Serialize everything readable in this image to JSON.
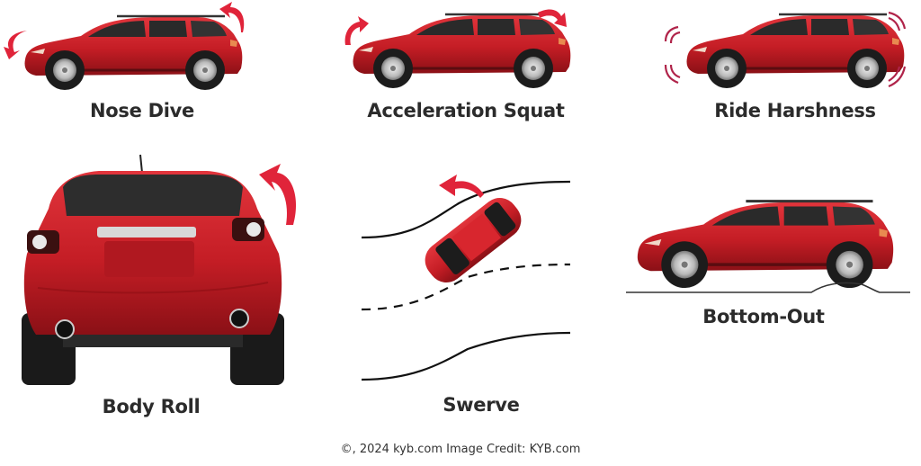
{
  "panels": [
    {
      "id": "nose-dive",
      "label": "Nose Dive"
    },
    {
      "id": "acceleration-squat",
      "label": "Acceleration Squat"
    },
    {
      "id": "ride-harshness",
      "label": "Ride Harshness"
    },
    {
      "id": "body-roll",
      "label": "Body Roll"
    },
    {
      "id": "swerve",
      "label": "Swerve"
    },
    {
      "id": "bottom-out",
      "label": "Bottom-Out"
    }
  ],
  "footer": {
    "credit": "©, 2024 kyb.com  Image Credit: KYB.com"
  },
  "colors": {
    "car_red": "#c8202a",
    "arrow_red": "#e0243a",
    "harsh_lines": "#b0244a",
    "label_text": "#2b2b2b",
    "road_line": "#111111"
  }
}
